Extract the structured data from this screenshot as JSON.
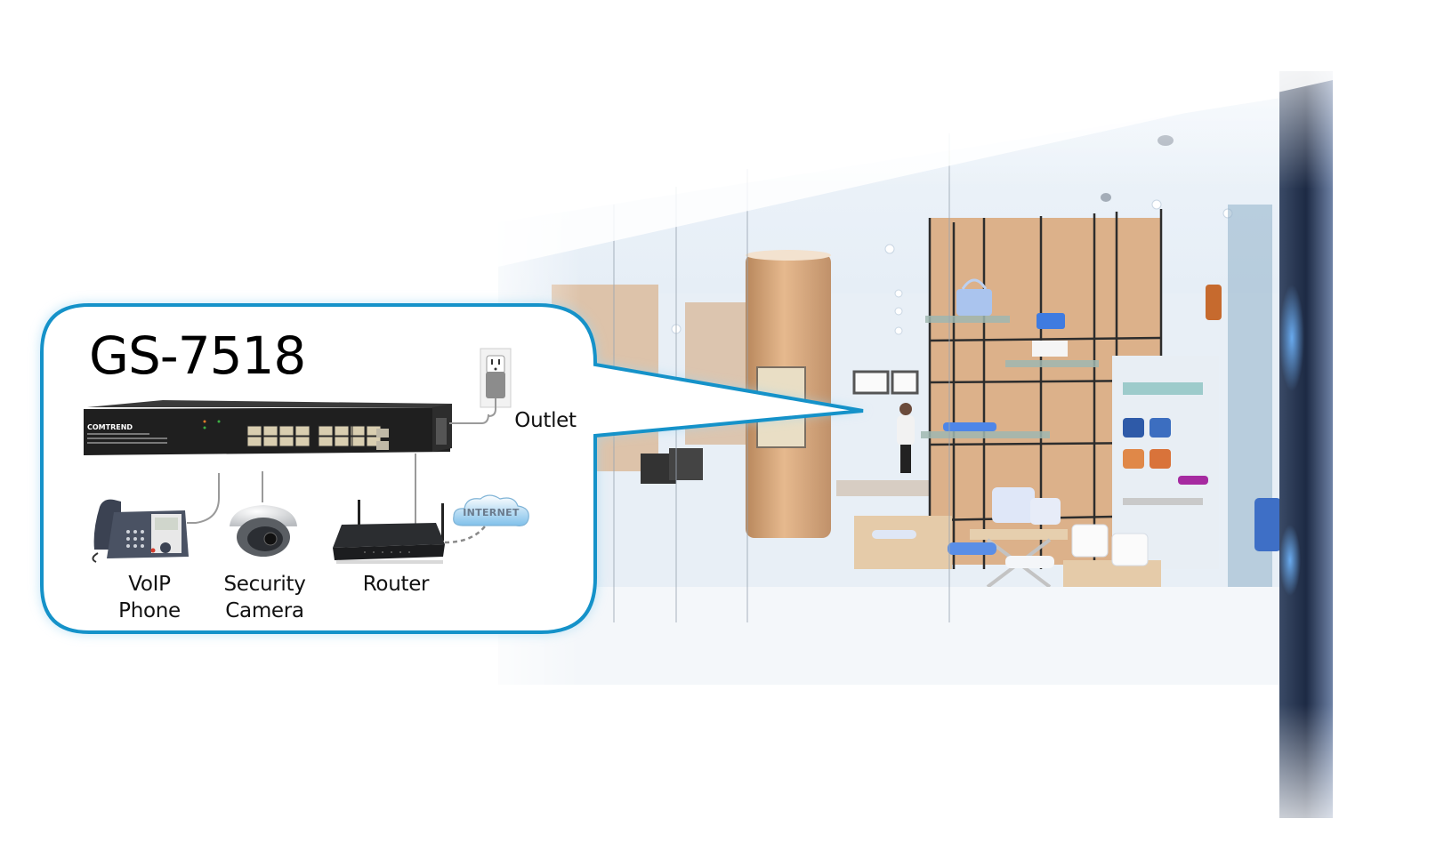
{
  "callout": {
    "model": "GS-7518",
    "border_color": "#1592c9"
  },
  "switch": {
    "brand": "COMTREND",
    "port_count": 18
  },
  "devices": {
    "outlet_label": "Outlet",
    "voip_label_line1": "VoIP",
    "voip_label_line2": "Phone",
    "camera_label_line1": "Security",
    "camera_label_line2": "Camera",
    "router_label": "Router",
    "cloud_label": "INTERNET"
  },
  "scene": {
    "subject": "retail-store-storefront",
    "accent_wood": "#d9a87a",
    "glass_tint": "#cfe3f2"
  }
}
